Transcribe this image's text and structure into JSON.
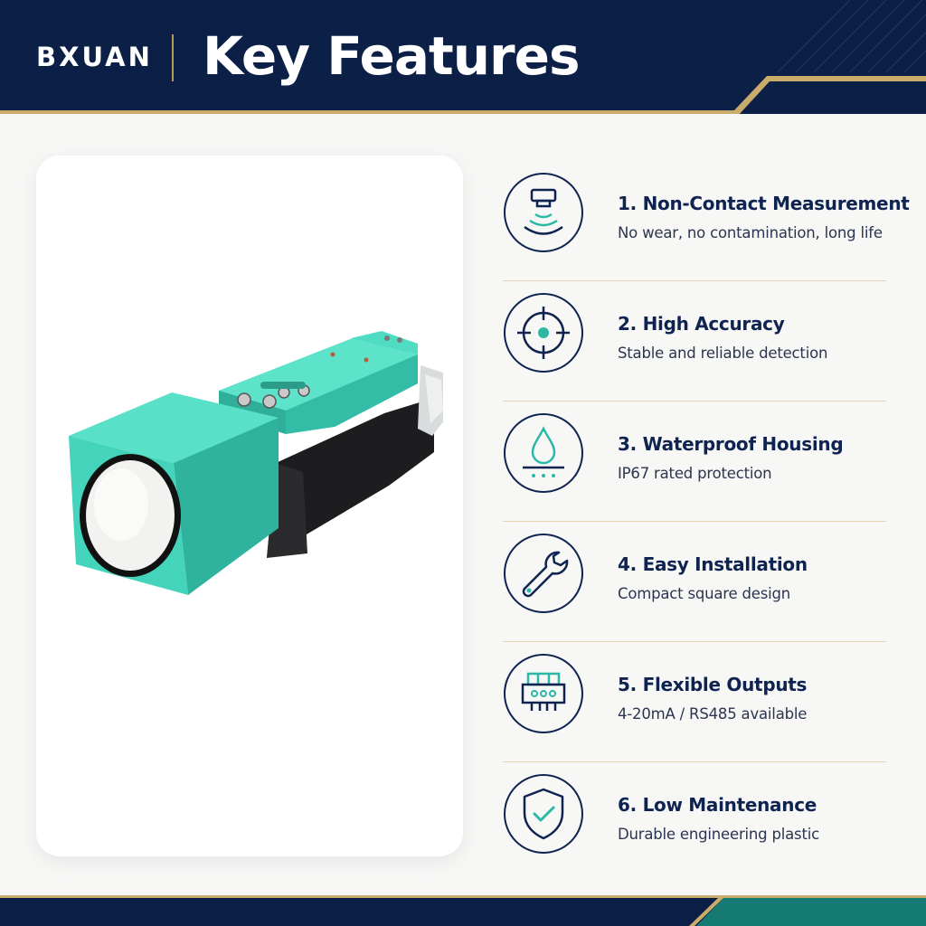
{
  "header": {
    "brand": "BXUAN",
    "title": "Key Features"
  },
  "colors": {
    "navy": "#0c1f47",
    "gold": "#c9ab6a",
    "teal": "#2bb8a6",
    "product_teal": "#45d6bd"
  },
  "features": [
    {
      "icon": "ultrasonic-sensor-icon",
      "title": "1. Non-Contact Measurement",
      "description": "No wear, no contamination, long life"
    },
    {
      "icon": "crosshair-target-icon",
      "title": "2. High Accuracy",
      "description": "Stable and reliable detection"
    },
    {
      "icon": "water-drop-icon",
      "title": "3. Waterproof Housing",
      "description": "IP67 rated protection"
    },
    {
      "icon": "wrench-icon",
      "title": "4. Easy Installation",
      "description": "Compact square design"
    },
    {
      "icon": "terminal-block-icon",
      "title": "5. Flexible Outputs",
      "description": "4-20mA / RS485 available"
    },
    {
      "icon": "shield-check-icon",
      "title": "6. Low Maintenance",
      "description": "Durable engineering plastic"
    }
  ]
}
